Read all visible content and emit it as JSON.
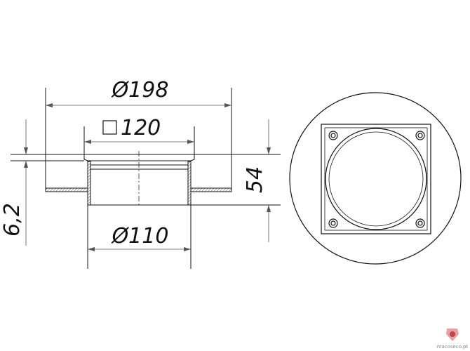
{
  "dimensions": {
    "outer_diameter": "Ø198",
    "square": "120",
    "pipe_diameter": "Ø110",
    "height": "54",
    "flange_thickness": "6,2"
  },
  "watermark": "macoseco.pt",
  "colors": {
    "line": "#111111",
    "watermark": "#c0434a"
  }
}
